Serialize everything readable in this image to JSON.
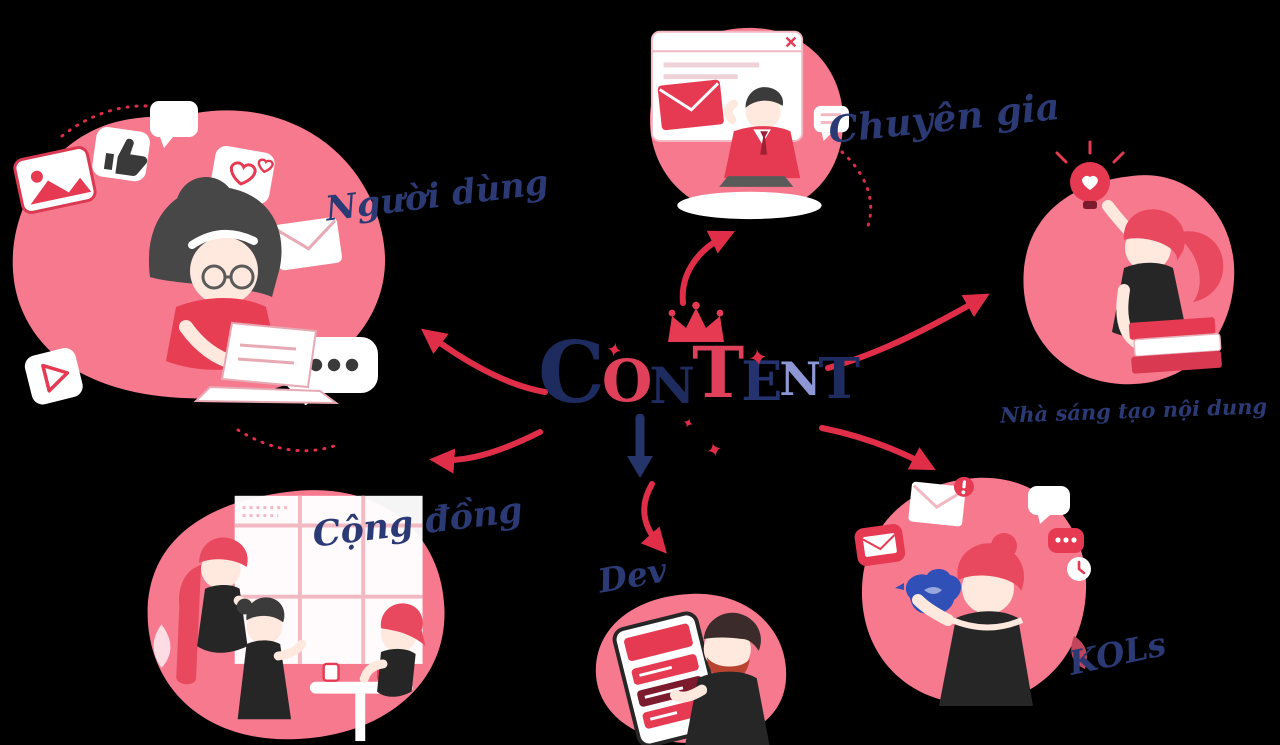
{
  "diagram": {
    "title": "CONTENT mind map",
    "center": {
      "word": "CONTENT",
      "letters": [
        {
          "char": "C",
          "color": "#1d2b5e"
        },
        {
          "char": "O",
          "color": "#e0415a"
        },
        {
          "char": "N",
          "color": "#1d2b5e"
        },
        {
          "char": "T",
          "color": "#e0415a"
        },
        {
          "char": "E",
          "color": "#24336f"
        },
        {
          "char": "N",
          "color": "#8d97d6"
        },
        {
          "char": "T",
          "color": "#1d2b5e"
        }
      ]
    },
    "nodes": [
      {
        "id": "users",
        "label": "Người dùng"
      },
      {
        "id": "experts",
        "label": "Chuyên gia"
      },
      {
        "id": "creators",
        "label": "Nhà sáng tạo nội dung"
      },
      {
        "id": "community",
        "label": "Cộng đồng"
      },
      {
        "id": "dev",
        "label": "Dev"
      },
      {
        "id": "kols",
        "label": "KOLs"
      }
    ],
    "sparkles": [
      "✦",
      "✦",
      "✦",
      "✦"
    ],
    "colors": {
      "background": "#000000",
      "blob_pink": "#f7798e",
      "arrow_red": "#e02e48",
      "accent_red": "#e63a52",
      "navy": "#1d2b5e",
      "label_navy": "#2b3a74",
      "skin": "#ffe9df",
      "dark_clothing": "#262626",
      "hair_red": "#e8495f",
      "hair_dark": "#474747",
      "bird_blue": "#3050b8",
      "white": "#ffffff"
    }
  }
}
